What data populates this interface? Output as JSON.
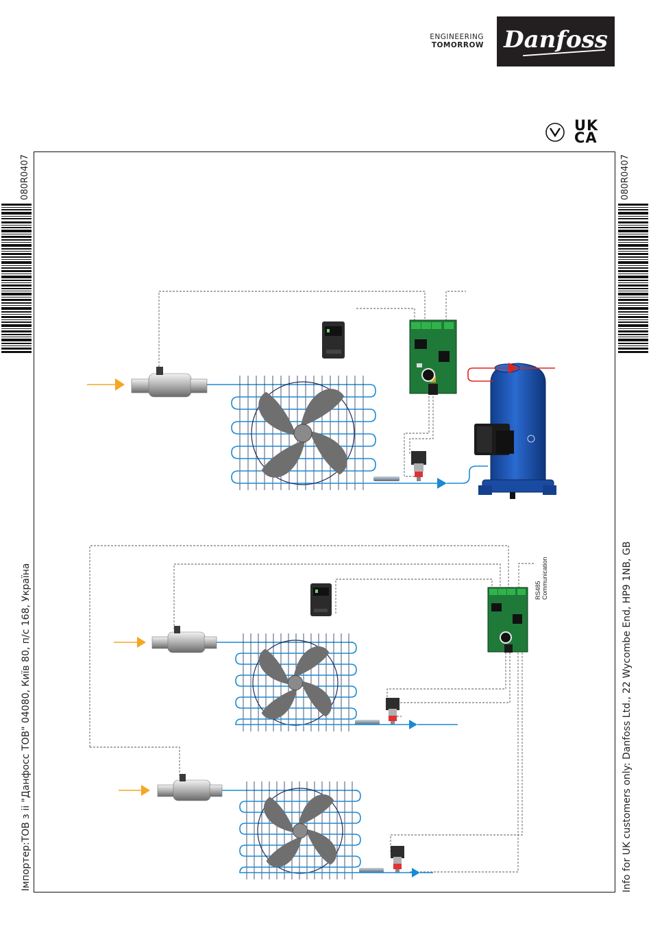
{
  "header": {
    "tagline_line1": "ENGINEERING",
    "tagline_line2": "TOMORROW",
    "logo_text": "Danfoss"
  },
  "marks": {
    "ukca_line1": "UK",
    "ukca_line2": "CA"
  },
  "side": {
    "code_left": "080R0407",
    "code_right": "080R0407",
    "importer_note": "Імпортер:ТОВ з ii \"Данфосс ТОВ\" 04080, Київ 80, п/с 168, Україна",
    "uk_note": "Info for UK customers only: Danfoss Ltd., 22 Wycombe End, HP9 1NB, GB"
  },
  "diagram": {
    "rs485_line1": "RS485",
    "rs485_line2": "Communication"
  },
  "colors": {
    "refrigerant_in": "#f5a623",
    "pipe_blue": "#1a8ad4",
    "discharge_red": "#e2231a",
    "controller_green": "#1f7a3a",
    "compressor_blue": "#1d56b5",
    "fan_grey": "#6f6f6f"
  }
}
